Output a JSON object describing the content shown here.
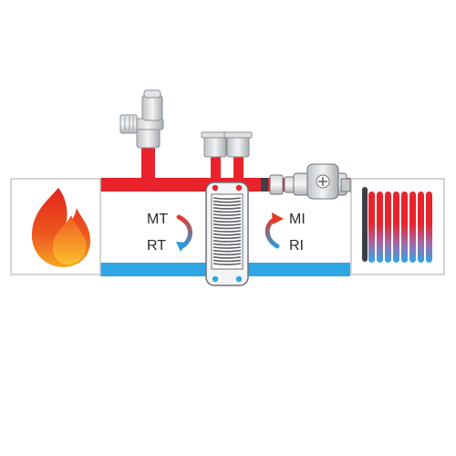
{
  "labels": {
    "boiler_flow": "MT",
    "boiler_return": "RT",
    "system_flow": "MI",
    "system_return": "RI"
  },
  "colors": {
    "hot": "#e8232b",
    "cold": "#2ea6e3",
    "panel_border": "#c6c6c6",
    "arrow_hot": "#e33a2a",
    "arrow_cold": "#2b9ad8"
  },
  "icons": {
    "boiler": "flame-icon",
    "emitter": "radiator-icon",
    "exchanger": "plate-heat-exchanger-icon",
    "pump": "circulation-pump-icon",
    "valve": "safety-valve-icon",
    "vents": "air-vent-icon"
  }
}
